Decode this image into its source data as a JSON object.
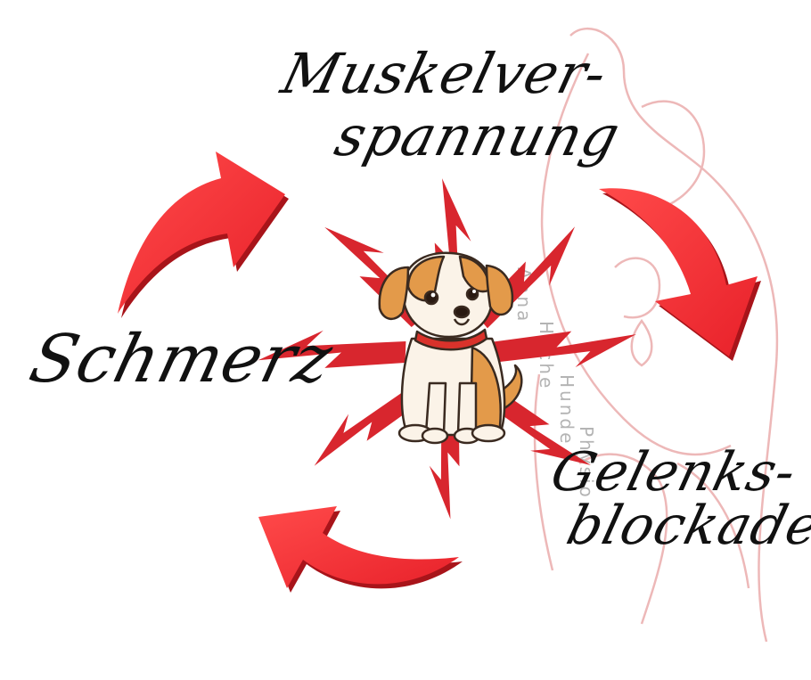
{
  "diagram": {
    "type": "cycle",
    "center_icon": "puppy-icon",
    "nodes": [
      {
        "id": "muskel",
        "lines": [
          "Muskelver-",
          "spannung"
        ]
      },
      {
        "id": "gelenk",
        "lines": [
          "Gelenks-",
          "blockade"
        ]
      },
      {
        "id": "schmerz",
        "lines": [
          "Schmerz"
        ]
      }
    ],
    "edges": [
      {
        "from": "muskel",
        "to": "gelenk"
      },
      {
        "from": "gelenk",
        "to": "schmerz"
      },
      {
        "from": "schmerz",
        "to": "muskel"
      }
    ]
  },
  "watermark": {
    "lines": [
      "Anna",
      "Hoche",
      "Hunde",
      "Physio"
    ]
  },
  "colors": {
    "arrow": "#e8212a",
    "arrow_dark": "#a8141a",
    "lightning": "#d8262e",
    "text": "#111111",
    "watermark_line": "#e9a7a7",
    "dog_orange": "#e39a4a",
    "dog_collar": "#d9322b"
  }
}
